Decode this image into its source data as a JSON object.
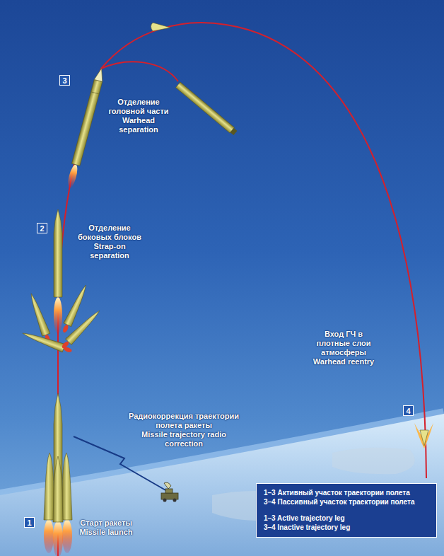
{
  "diagram": {
    "nodes": [
      {
        "text": [
          "3"
        ]
      },
      {
        "text": [
          "2"
        ]
      },
      {
        "text": [
          "4"
        ]
      },
      {
        "text": [
          "1–3 Активный участок траектории полета",
          "3–4 Пассивный участок траектории полета",
          "1–3 Active trajectory leg",
          "3–4 Inactive trajectory leg"
        ]
      },
      {
        "text": [
          "1"
        ]
      }
    ],
    "labels": [
      "Отделение головной части",
      "Warhead separation",
      "Отделение боковых блоков",
      "Strap-on separation",
      "Вход ГЧ в плотные слои атмосферы",
      "Warhead reentry",
      "Радиокоррекция траектории полета ракеты",
      "Missile trajectory radio correction",
      "Старт ракеты",
      "Missile launch"
    ]
  }
}
